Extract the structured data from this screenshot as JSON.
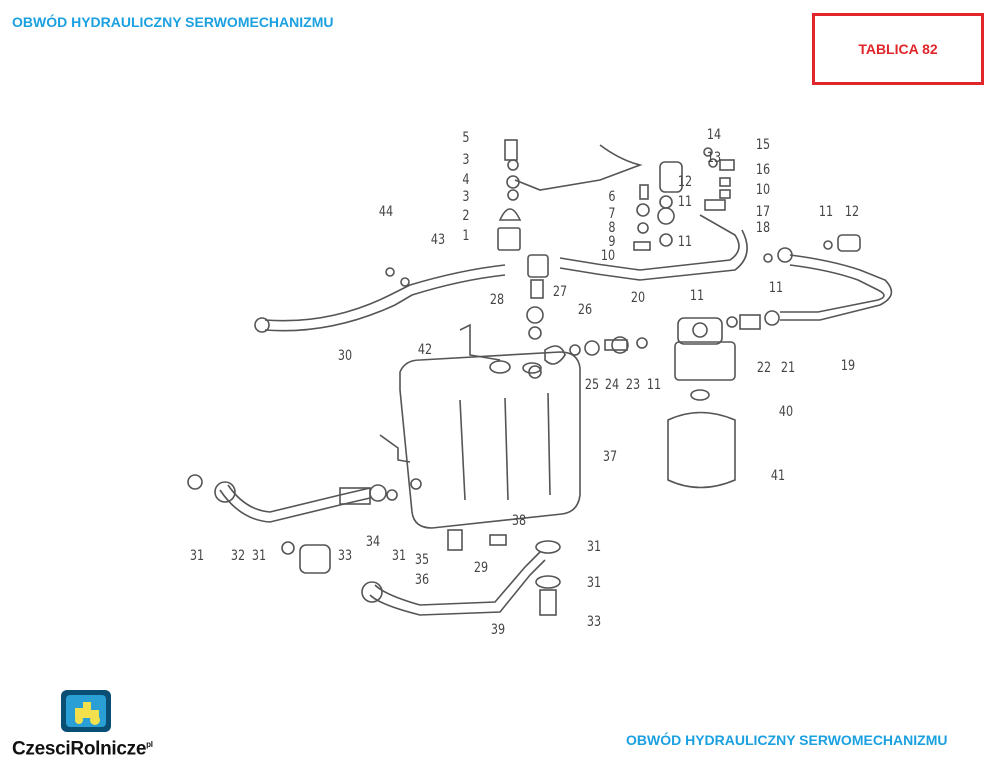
{
  "header": {
    "title": "OBWÓD HYDRAULICZNY SERWOMECHANIZMU",
    "plate": "TABLICA 82"
  },
  "footer": {
    "title": "OBWÓD HYDRAULICZNY SERWOMECHANIZMU",
    "logo_text": "CzesciRolnicze",
    "logo_sup": "pl"
  },
  "colors": {
    "title": "#1ba0e0",
    "plate": "#e0262a",
    "drawing": "#555555"
  },
  "labels": [
    "5",
    "3",
    "4",
    "3",
    "2",
    "1",
    "44",
    "43",
    "42",
    "30",
    "28",
    "27",
    "26",
    "6",
    "7",
    "8",
    "9",
    "10",
    "12",
    "11",
    "11",
    "14",
    "13",
    "15",
    "16",
    "10",
    "17",
    "18",
    "20",
    "11",
    "12",
    "11",
    "19",
    "11",
    "22",
    "21",
    "25",
    "24",
    "23",
    "11",
    "40",
    "41",
    "37",
    "38",
    "31",
    "32",
    "31",
    "33",
    "34",
    "31",
    "35",
    "36",
    "29",
    "31",
    "31",
    "39",
    "33"
  ]
}
